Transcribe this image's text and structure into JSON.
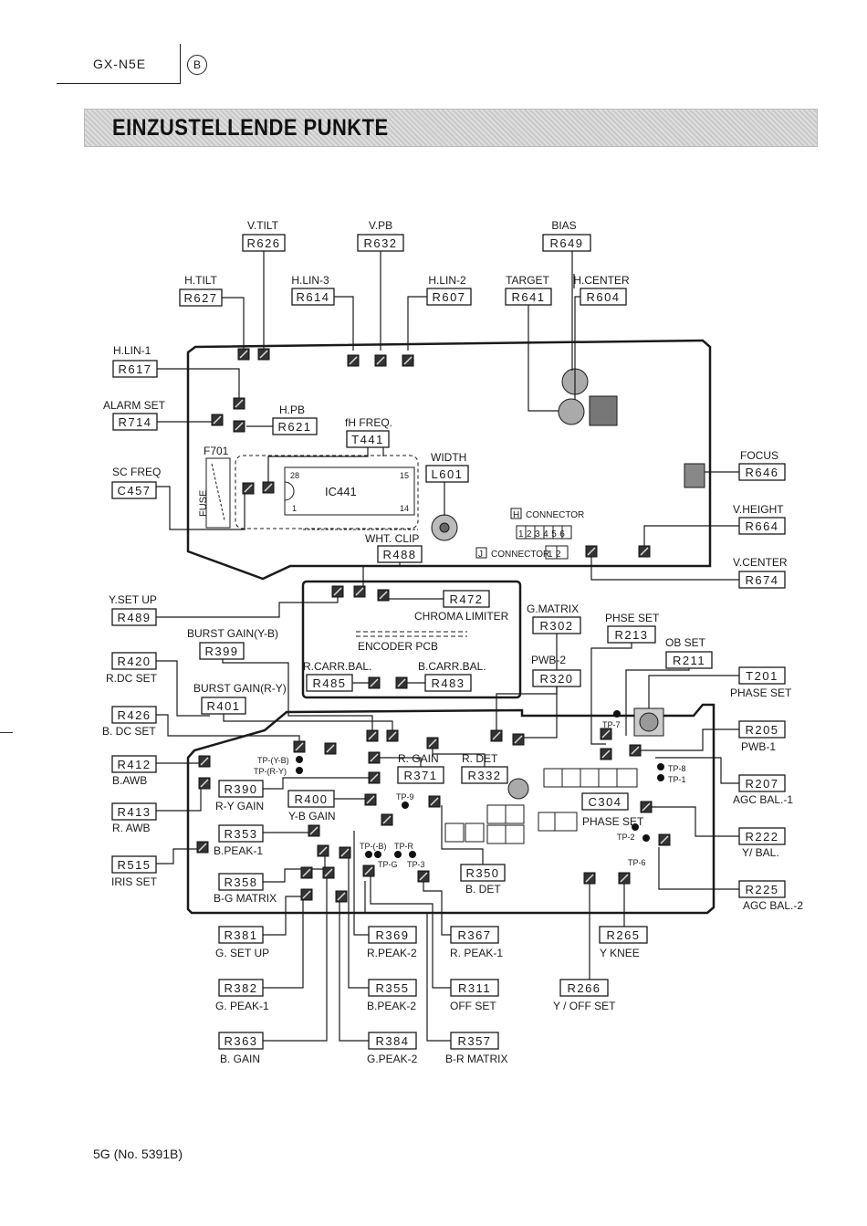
{
  "header": {
    "model": "GX-N5E",
    "section_mark": "B"
  },
  "title": "EINZUSTELLENDE PUNKTE",
  "footer": "5G (No. 5391B)",
  "components": {
    "R626": {
      "ref": "R626",
      "label": "V.TILT"
    },
    "R632": {
      "ref": "R632",
      "label": "V.PB"
    },
    "R649": {
      "ref": "R649",
      "label": "BIAS"
    },
    "R627": {
      "ref": "R627",
      "label": "H.TILT"
    },
    "R614": {
      "ref": "R614",
      "label": "H.LIN-3"
    },
    "R607": {
      "ref": "R607",
      "label": "H.LIN-2"
    },
    "R641": {
      "ref": "R641",
      "label": "TARGET"
    },
    "R604": {
      "ref": "R604",
      "label": "H.CENTER"
    },
    "R617": {
      "ref": "R617",
      "label": "H.LIN-1"
    },
    "R714": {
      "ref": "R714",
      "label": "ALARM SET"
    },
    "R621": {
      "ref": "R621",
      "label": "H.PB"
    },
    "T441": {
      "ref": "T441",
      "label": "fH FREQ."
    },
    "C457": {
      "ref": "C457",
      "label": "SC FREQ"
    },
    "L601": {
      "ref": "L601",
      "label": "WIDTH"
    },
    "R646": {
      "ref": "R646",
      "label": "FOCUS"
    },
    "R664": {
      "ref": "R664",
      "label": "V.HEIGHT"
    },
    "R488": {
      "ref": "R488",
      "label": "WHT. CLIP"
    },
    "R674": {
      "ref": "R674",
      "label": "V.CENTER"
    },
    "R489": {
      "ref": "R489",
      "label": "Y.SET UP"
    },
    "R472": {
      "ref": "R472",
      "label": "CHROMA LIMITER"
    },
    "R302": {
      "ref": "R302",
      "label": "G.MATRIX"
    },
    "R213": {
      "ref": "R213",
      "label": "PHSE SET"
    },
    "R399": {
      "ref": "R399",
      "label": "BURST GAIN(Y-B)"
    },
    "R211": {
      "ref": "R211",
      "label": "OB SET"
    },
    "R420": {
      "ref": "R420",
      "label": "R.DC SET"
    },
    "R485": {
      "ref": "R485",
      "label": "R.CARR.BAL."
    },
    "R483": {
      "ref": "R483",
      "label": "B.CARR.BAL."
    },
    "R320": {
      "ref": "R320",
      "label": "PWB-2"
    },
    "T201": {
      "ref": "T201",
      "label": "PHASE SET"
    },
    "R401": {
      "ref": "R401",
      "label": "BURST GAIN(R-Y)"
    },
    "R426": {
      "ref": "R426",
      "label": "B. DC SET"
    },
    "R205": {
      "ref": "R205",
      "label": "PWB-1"
    },
    "R412": {
      "ref": "R412",
      "label": "B.AWB"
    },
    "R371": {
      "ref": "R371",
      "label": "R. GAIN"
    },
    "R332": {
      "ref": "R332",
      "label": "R. DET"
    },
    "R390": {
      "ref": "R390",
      "label": "R-Y GAIN"
    },
    "R207": {
      "ref": "R207",
      "label": "AGC BAL.-1"
    },
    "R400": {
      "ref": "R400",
      "label": "Y-B GAIN"
    },
    "C304": {
      "ref": "C304",
      "label": "PHASE SET"
    },
    "R413": {
      "ref": "R413",
      "label": "R. AWB"
    },
    "R353": {
      "ref": "R353",
      "label": "B.PEAK-1"
    },
    "R222": {
      "ref": "R222",
      "label": "Y/ BAL."
    },
    "R515": {
      "ref": "R515",
      "label": "IRIS SET"
    },
    "R358": {
      "ref": "R358",
      "label": "B-G MATRIX"
    },
    "R350": {
      "ref": "R350",
      "label": "B. DET"
    },
    "R225": {
      "ref": "R225",
      "label": "AGC BAL.-2"
    },
    "R381": {
      "ref": "R381",
      "label": "G. SET UP"
    },
    "R369": {
      "ref": "R369",
      "label": "R.PEAK-2"
    },
    "R367": {
      "ref": "R367",
      "label": "R. PEAK-1"
    },
    "R265": {
      "ref": "R265",
      "label": "Y KNEE"
    },
    "R382": {
      "ref": "R382",
      "label": "G. PEAK-1"
    },
    "R355": {
      "ref": "R355",
      "label": "B.PEAK-2"
    },
    "R311": {
      "ref": "R311",
      "label": "OFF SET"
    },
    "R266": {
      "ref": "R266",
      "label": "Y / OFF SET"
    },
    "R363": {
      "ref": "R363",
      "label": "B. GAIN"
    },
    "R384": {
      "ref": "R384",
      "label": "G.PEAK-2"
    },
    "R357": {
      "ref": "R357",
      "label": "B-R MATRIX"
    }
  },
  "board_labels": {
    "f701": "F701",
    "fuse": "FUSE",
    "ic441": "IC441",
    "pin28": "28",
    "pin15": "15",
    "pin1": "1",
    "pin14": "14",
    "h_connector": "CONNECTOR",
    "h_letter": "H",
    "h_pins": "123456",
    "j_connector": "CONNECTOR",
    "j_letter": "J",
    "j_pins": "12",
    "encoder_pcb": "ENCODER PCB",
    "tp7": "TP-7",
    "tp_yb": "TP-(Y-B)",
    "tp_ry": "TP-(R-Y)",
    "tp8": "TP-8",
    "tp1": "TP-1",
    "tp9": "TP-9",
    "tp_minus_b": "TP-(-B)",
    "tp_r": "TP-R",
    "tp_g": "TP-G",
    "tp3": "TP-3",
    "tp2": "TP-2",
    "tp6": "TP-6"
  }
}
